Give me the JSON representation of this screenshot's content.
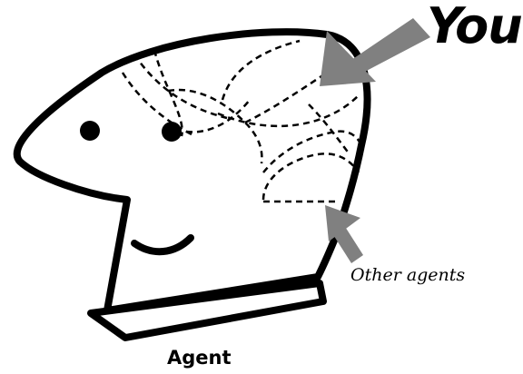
{
  "labels": {
    "you": "You",
    "other_agents": "Other agents",
    "agent": "Agent"
  },
  "colors": {
    "outline": "#000000",
    "fill": "#ffffff",
    "arrow": "#808080"
  },
  "icons": [
    "head-outline",
    "eye-icon",
    "smile-mouth",
    "brain-region-dashed",
    "pointer-arrow"
  ]
}
